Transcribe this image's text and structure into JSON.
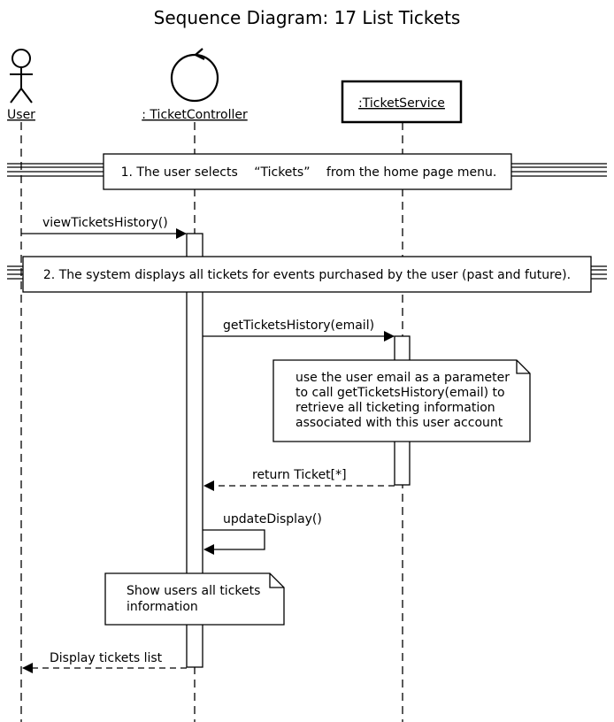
{
  "title": "Sequence Diagram: 17 List Tickets",
  "participants": {
    "user": "User",
    "controller": ": TicketController",
    "service": ":TicketService"
  },
  "frames": {
    "step1": "1. The user selects 　“Tickets”　 from the home page menu.",
    "step2": "2. The system displays all tickets for events purchased by the user (past and future)."
  },
  "messages": {
    "view_history": "viewTicketsHistory()",
    "get_history": "getTicketsHistory(email)",
    "return_ticket": "return Ticket[*]",
    "update_display": "updateDisplay()",
    "display_list": "Display tickets list"
  },
  "notes": {
    "service_note": [
      "use the user email as a parameter",
      "to call getTicketsHistory(email) to",
      "retrieve all ticketing information",
      "associated with this user account"
    ],
    "display_note": [
      "Show users all tickets",
      "information"
    ]
  }
}
